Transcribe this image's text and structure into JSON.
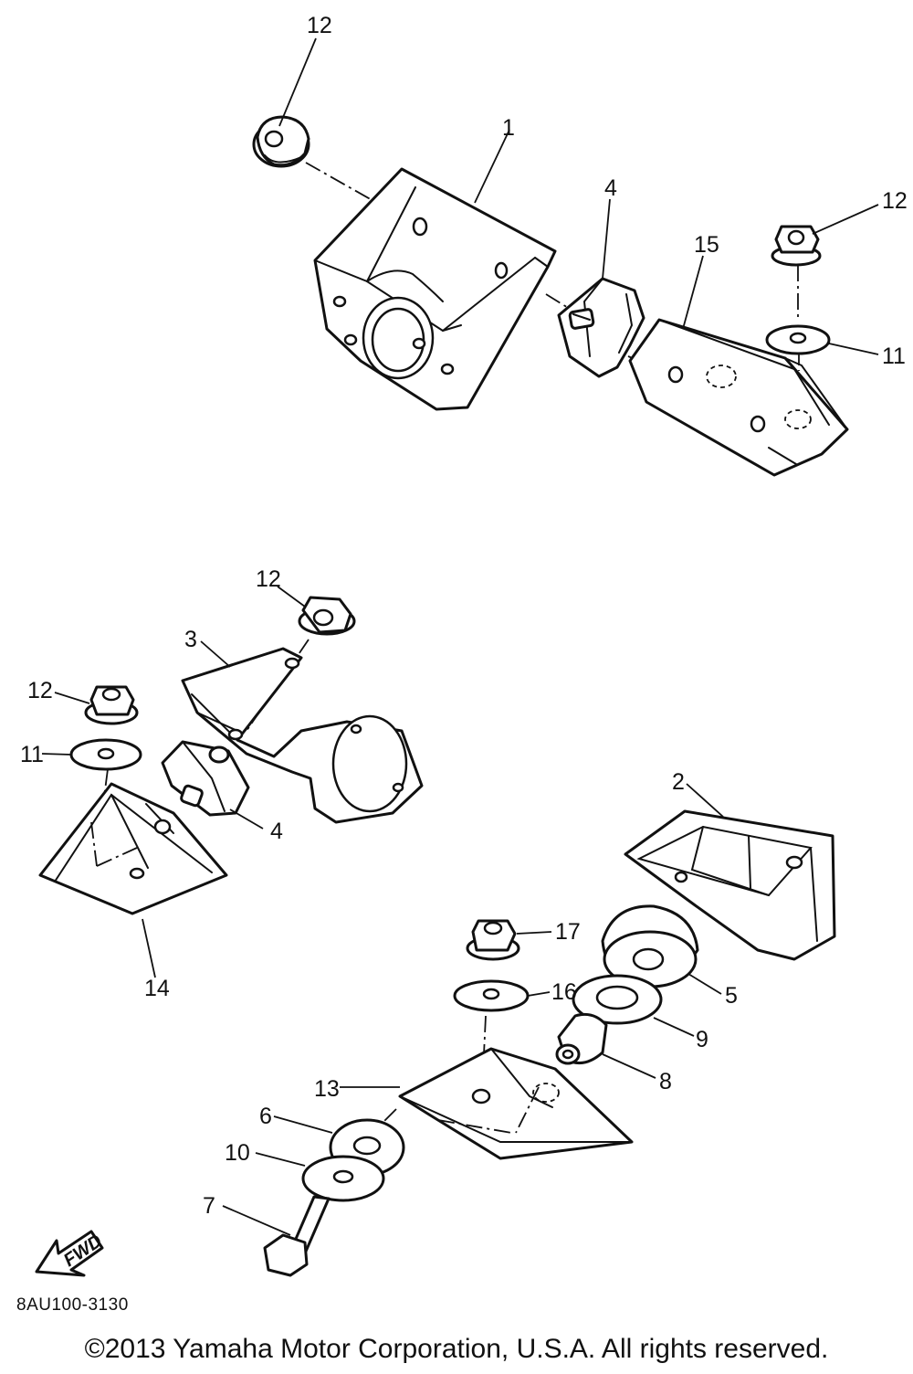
{
  "diagram": {
    "callouts": [
      "12",
      "1",
      "4",
      "15",
      "12",
      "11",
      "12",
      "3",
      "12",
      "11",
      "4",
      "14",
      "2",
      "17",
      "5",
      "16",
      "9",
      "8",
      "13",
      "6",
      "10",
      "7"
    ],
    "fwd_label": "FWD"
  },
  "figure_code": "8AU100-3130",
  "copyright": "©2013 Yamaha Motor Corporation, U.S.A. All rights reserved."
}
